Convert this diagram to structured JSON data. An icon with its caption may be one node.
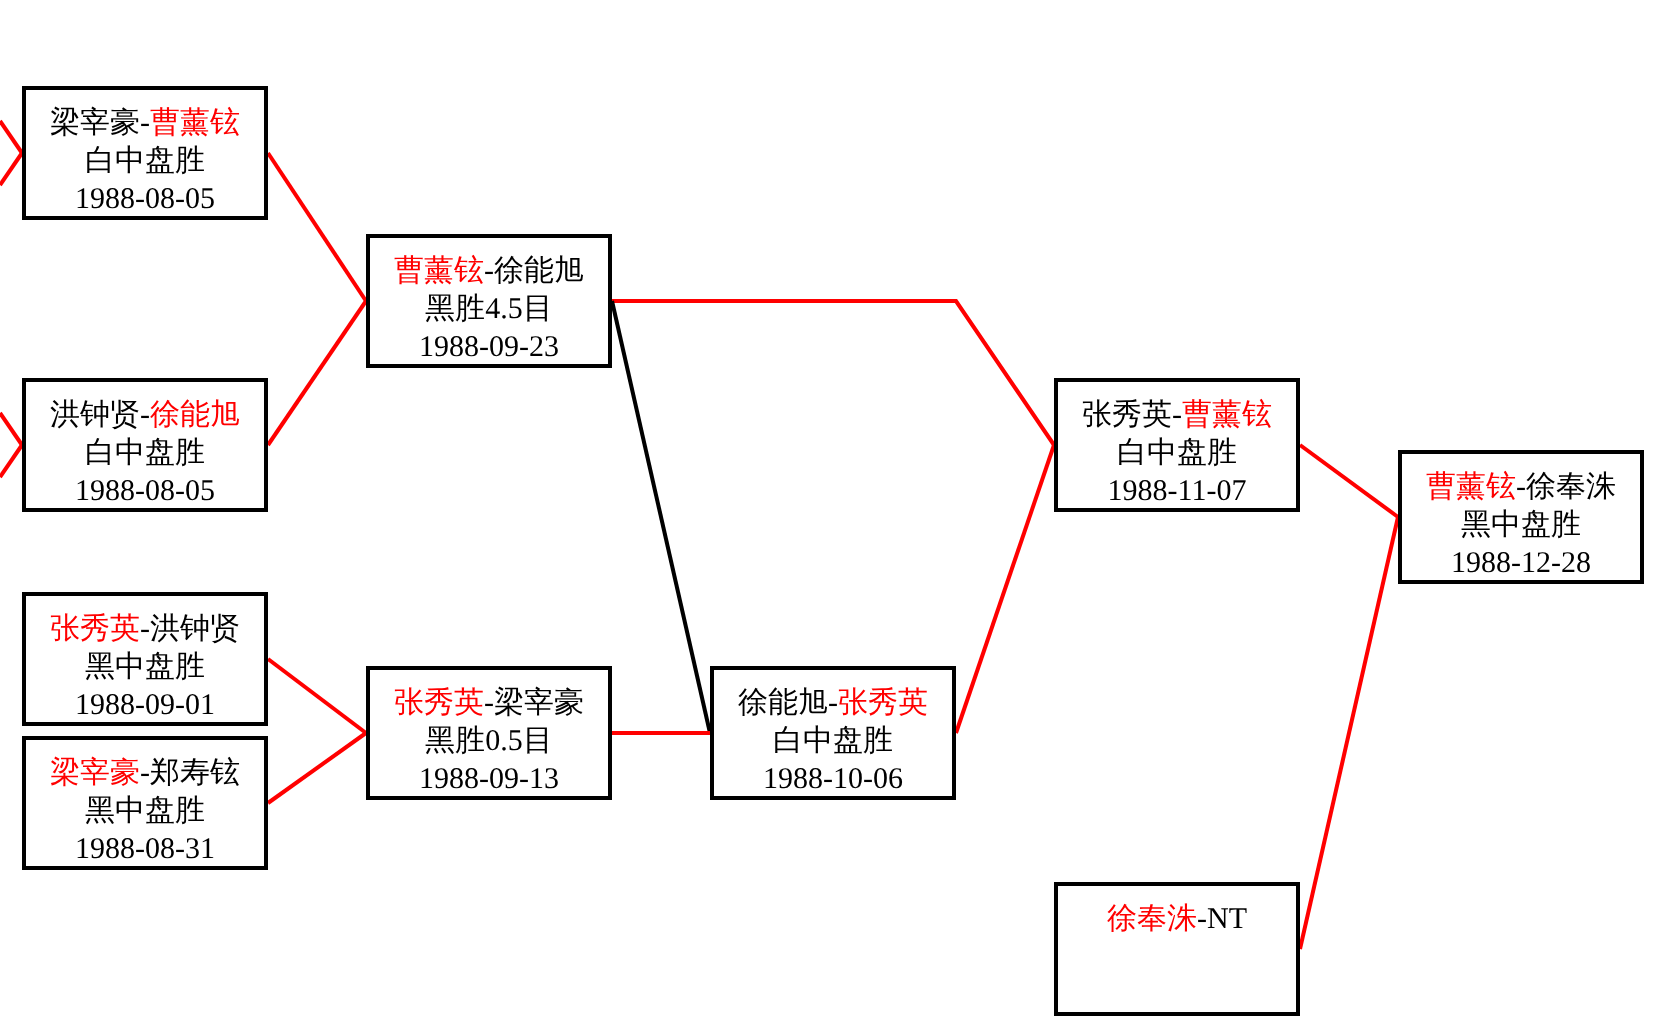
{
  "diagram": {
    "nodes": [
      {
        "text": [
          "梁宰豪-曹薰铉",
          "白中盘胜",
          "1988-08-05"
        ]
      },
      {
        "text": [
          "洪钟贤-徐能旭",
          "白中盘胜",
          "1988-08-05"
        ]
      },
      {
        "text": [
          "曹薰铉-徐能旭",
          "黑胜4.5目",
          "1988-09-23"
        ]
      },
      {
        "text": [
          "张秀英-洪钟贤",
          "黑中盘胜",
          "1988-09-01"
        ]
      },
      {
        "text": [
          "梁宰豪-郑寿铉",
          "黑中盘胜",
          "1988-08-31"
        ]
      },
      {
        "text": [
          "张秀英-梁宰豪",
          "黑胜0.5目",
          "1988-09-13"
        ]
      },
      {
        "text": [
          "徐能旭-张秀英",
          "白中盘胜",
          "1988-10-06"
        ]
      },
      {
        "text": [
          "张秀英-曹薰铉",
          "白中盘胜",
          "1988-11-07"
        ]
      },
      {
        "text": [
          "曹薰铉-徐奉洙",
          "黑中盘胜",
          "1988-12-28"
        ]
      },
      {
        "text": [
          "徐奉洙-NT"
        ]
      }
    ],
    "edges": [
      {
        "from": null,
        "to": 0,
        "arrow": "none"
      },
      {
        "from": null,
        "to": 0,
        "arrow": "none"
      },
      {
        "from": null,
        "to": 1,
        "arrow": "none"
      },
      {
        "from": null,
        "to": 1,
        "arrow": "none"
      },
      {
        "from": 0,
        "to": 2,
        "arrow": "none"
      },
      {
        "from": 1,
        "to": 2,
        "arrow": "none"
      },
      {
        "from": 3,
        "to": 5,
        "arrow": "none"
      },
      {
        "from": 4,
        "to": 5,
        "arrow": "none"
      },
      {
        "from": 2,
        "to": 7,
        "arrow": "none"
      },
      {
        "from": 2,
        "to": 6,
        "arrow": "none",
        "color": "#000000"
      },
      {
        "from": 5,
        "to": 6,
        "arrow": "none"
      },
      {
        "from": 6,
        "to": 7,
        "arrow": "none"
      },
      {
        "from": 7,
        "to": 8,
        "arrow": "none"
      },
      {
        "from": 9,
        "to": 8,
        "arrow": "none"
      }
    ]
  }
}
